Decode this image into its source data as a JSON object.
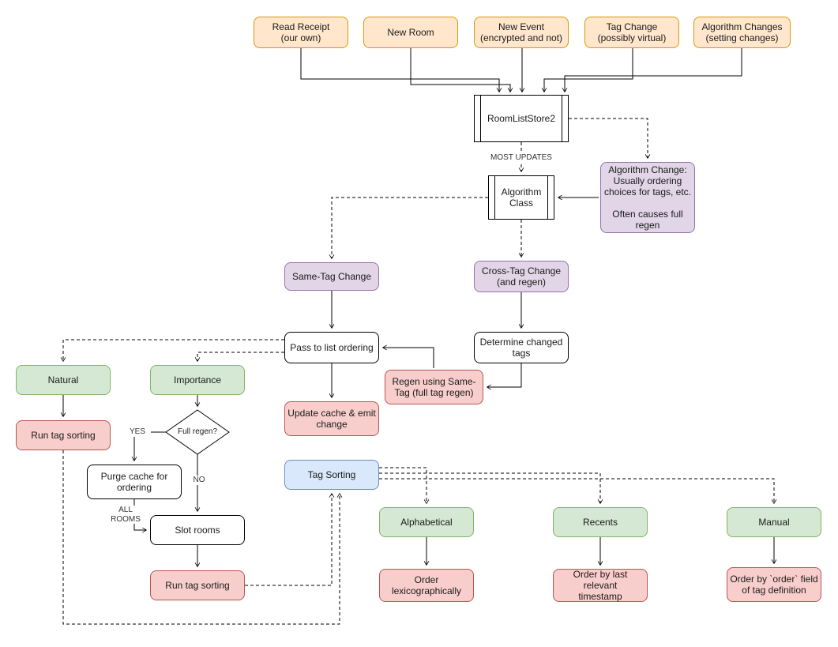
{
  "nodes": {
    "read_receipt": {
      "label": "Read Receipt\n(our own)"
    },
    "new_room": {
      "label": "New Room"
    },
    "new_event": {
      "label": "New Event\n(encrypted and not)"
    },
    "tag_change": {
      "label": "Tag Change\n(possibly virtual)"
    },
    "algorithm_changes": {
      "label": "Algorithm Changes\n(setting changes)"
    },
    "room_list_store": {
      "label": "RoomListStore2"
    },
    "algorithm_class": {
      "label": "Algorithm\nClass"
    },
    "algorithm_change_note": {
      "label": "Algorithm Change:\nUsually ordering\nchoices for tags, etc.\n\nOften causes full\nregen"
    },
    "same_tag_change": {
      "label": "Same-Tag Change"
    },
    "cross_tag_change": {
      "label": "Cross-Tag Change\n(and regen)"
    },
    "pass_to_list_ordering": {
      "label": "Pass to list ordering"
    },
    "determine_changed_tags": {
      "label": "Determine changed\ntags"
    },
    "regen_same_tag": {
      "label": "Regen using Same-\nTag (full tag regen)"
    },
    "update_cache": {
      "label": "Update cache & emit\nchange"
    },
    "natural": {
      "label": "Natural"
    },
    "importance": {
      "label": "Importance"
    },
    "run_tag_sorting_left": {
      "label": "Run tag sorting"
    },
    "full_regen": {
      "label": "Full regen?"
    },
    "purge_cache": {
      "label": "Purge cache for\nordering"
    },
    "slot_rooms": {
      "label": "Slot rooms"
    },
    "run_tag_sorting_bottom": {
      "label": "Run tag sorting"
    },
    "tag_sorting": {
      "label": "Tag Sorting"
    },
    "alphabetical": {
      "label": "Alphabetical"
    },
    "recents": {
      "label": "Recents"
    },
    "manual": {
      "label": "Manual"
    },
    "order_lexicographically": {
      "label": "Order\nlexicographically"
    },
    "order_by_timestamp": {
      "label": "Order by last relevant\ntimestamp"
    },
    "order_by_field": {
      "label": "Order by `order` field\nof tag definition"
    }
  },
  "edge_labels": {
    "most_updates": "MOST UPDATES",
    "yes": "YES",
    "no": "NO",
    "all_rooms": "ALL\nROOMS"
  },
  "colors": {
    "event_source_fill": "#ffe6cc",
    "event_source_border": "#d79b00",
    "change_fill": "#e1d5e7",
    "change_border": "#9673a6",
    "category_fill": "#d5e8d4",
    "category_border": "#82b366",
    "action_fill": "#f8cecc",
    "action_border": "#b85450",
    "tag_sorting_fill": "#dae8fc",
    "tag_sorting_border": "#6c8ebf",
    "line": "#000000"
  }
}
